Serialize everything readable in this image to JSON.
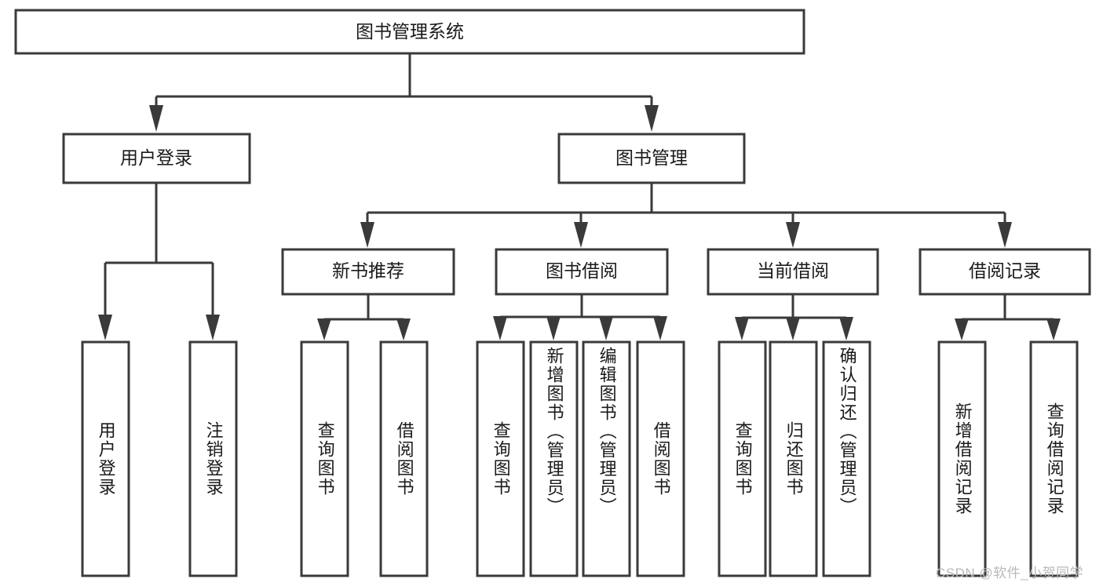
{
  "diagram": {
    "type": "tree-hierarchy",
    "title": "图书管理系统",
    "watermark": "CSDN @软件_小贺同学",
    "colors": {
      "stroke": "#3a3a3a",
      "fill": "#ffffff",
      "text": "#1a1a1a",
      "watermark": "#b9b9b9",
      "background": "#ffffff"
    },
    "root": {
      "label": "图书管理系统",
      "orientation": "horizontal"
    },
    "level2": [
      {
        "label": "用户登录",
        "orientation": "horizontal"
      },
      {
        "label": "图书管理",
        "orientation": "horizontal"
      }
    ],
    "level3": [
      {
        "label": "新书推荐",
        "orientation": "horizontal"
      },
      {
        "label": "图书借阅",
        "orientation": "horizontal"
      },
      {
        "label": "当前借阅",
        "orientation": "horizontal"
      },
      {
        "label": "借阅记录",
        "orientation": "horizontal"
      }
    ],
    "leaves": {
      "user_login": [
        {
          "label": "用户登录",
          "orientation": "vertical"
        },
        {
          "label": "注销登录",
          "orientation": "vertical"
        }
      ],
      "new_book_recommend": [
        {
          "label": "查询图书",
          "orientation": "vertical"
        },
        {
          "label": "借阅图书",
          "orientation": "vertical"
        }
      ],
      "book_borrow": [
        {
          "label": "查询图书",
          "orientation": "vertical"
        },
        {
          "label": "新增图书（管理员）",
          "orientation": "vertical"
        },
        {
          "label": "编辑图书（管理员）",
          "orientation": "vertical"
        },
        {
          "label": "借阅图书",
          "orientation": "vertical"
        }
      ],
      "current_borrow": [
        {
          "label": "查询图书",
          "orientation": "vertical"
        },
        {
          "label": "归还图书",
          "orientation": "vertical"
        },
        {
          "label": "确认归还（管理员）",
          "orientation": "vertical"
        }
      ],
      "borrow_record": [
        {
          "label": "新增借阅记录",
          "orientation": "vertical"
        },
        {
          "label": "查询借阅记录",
          "orientation": "vertical"
        }
      ]
    }
  }
}
